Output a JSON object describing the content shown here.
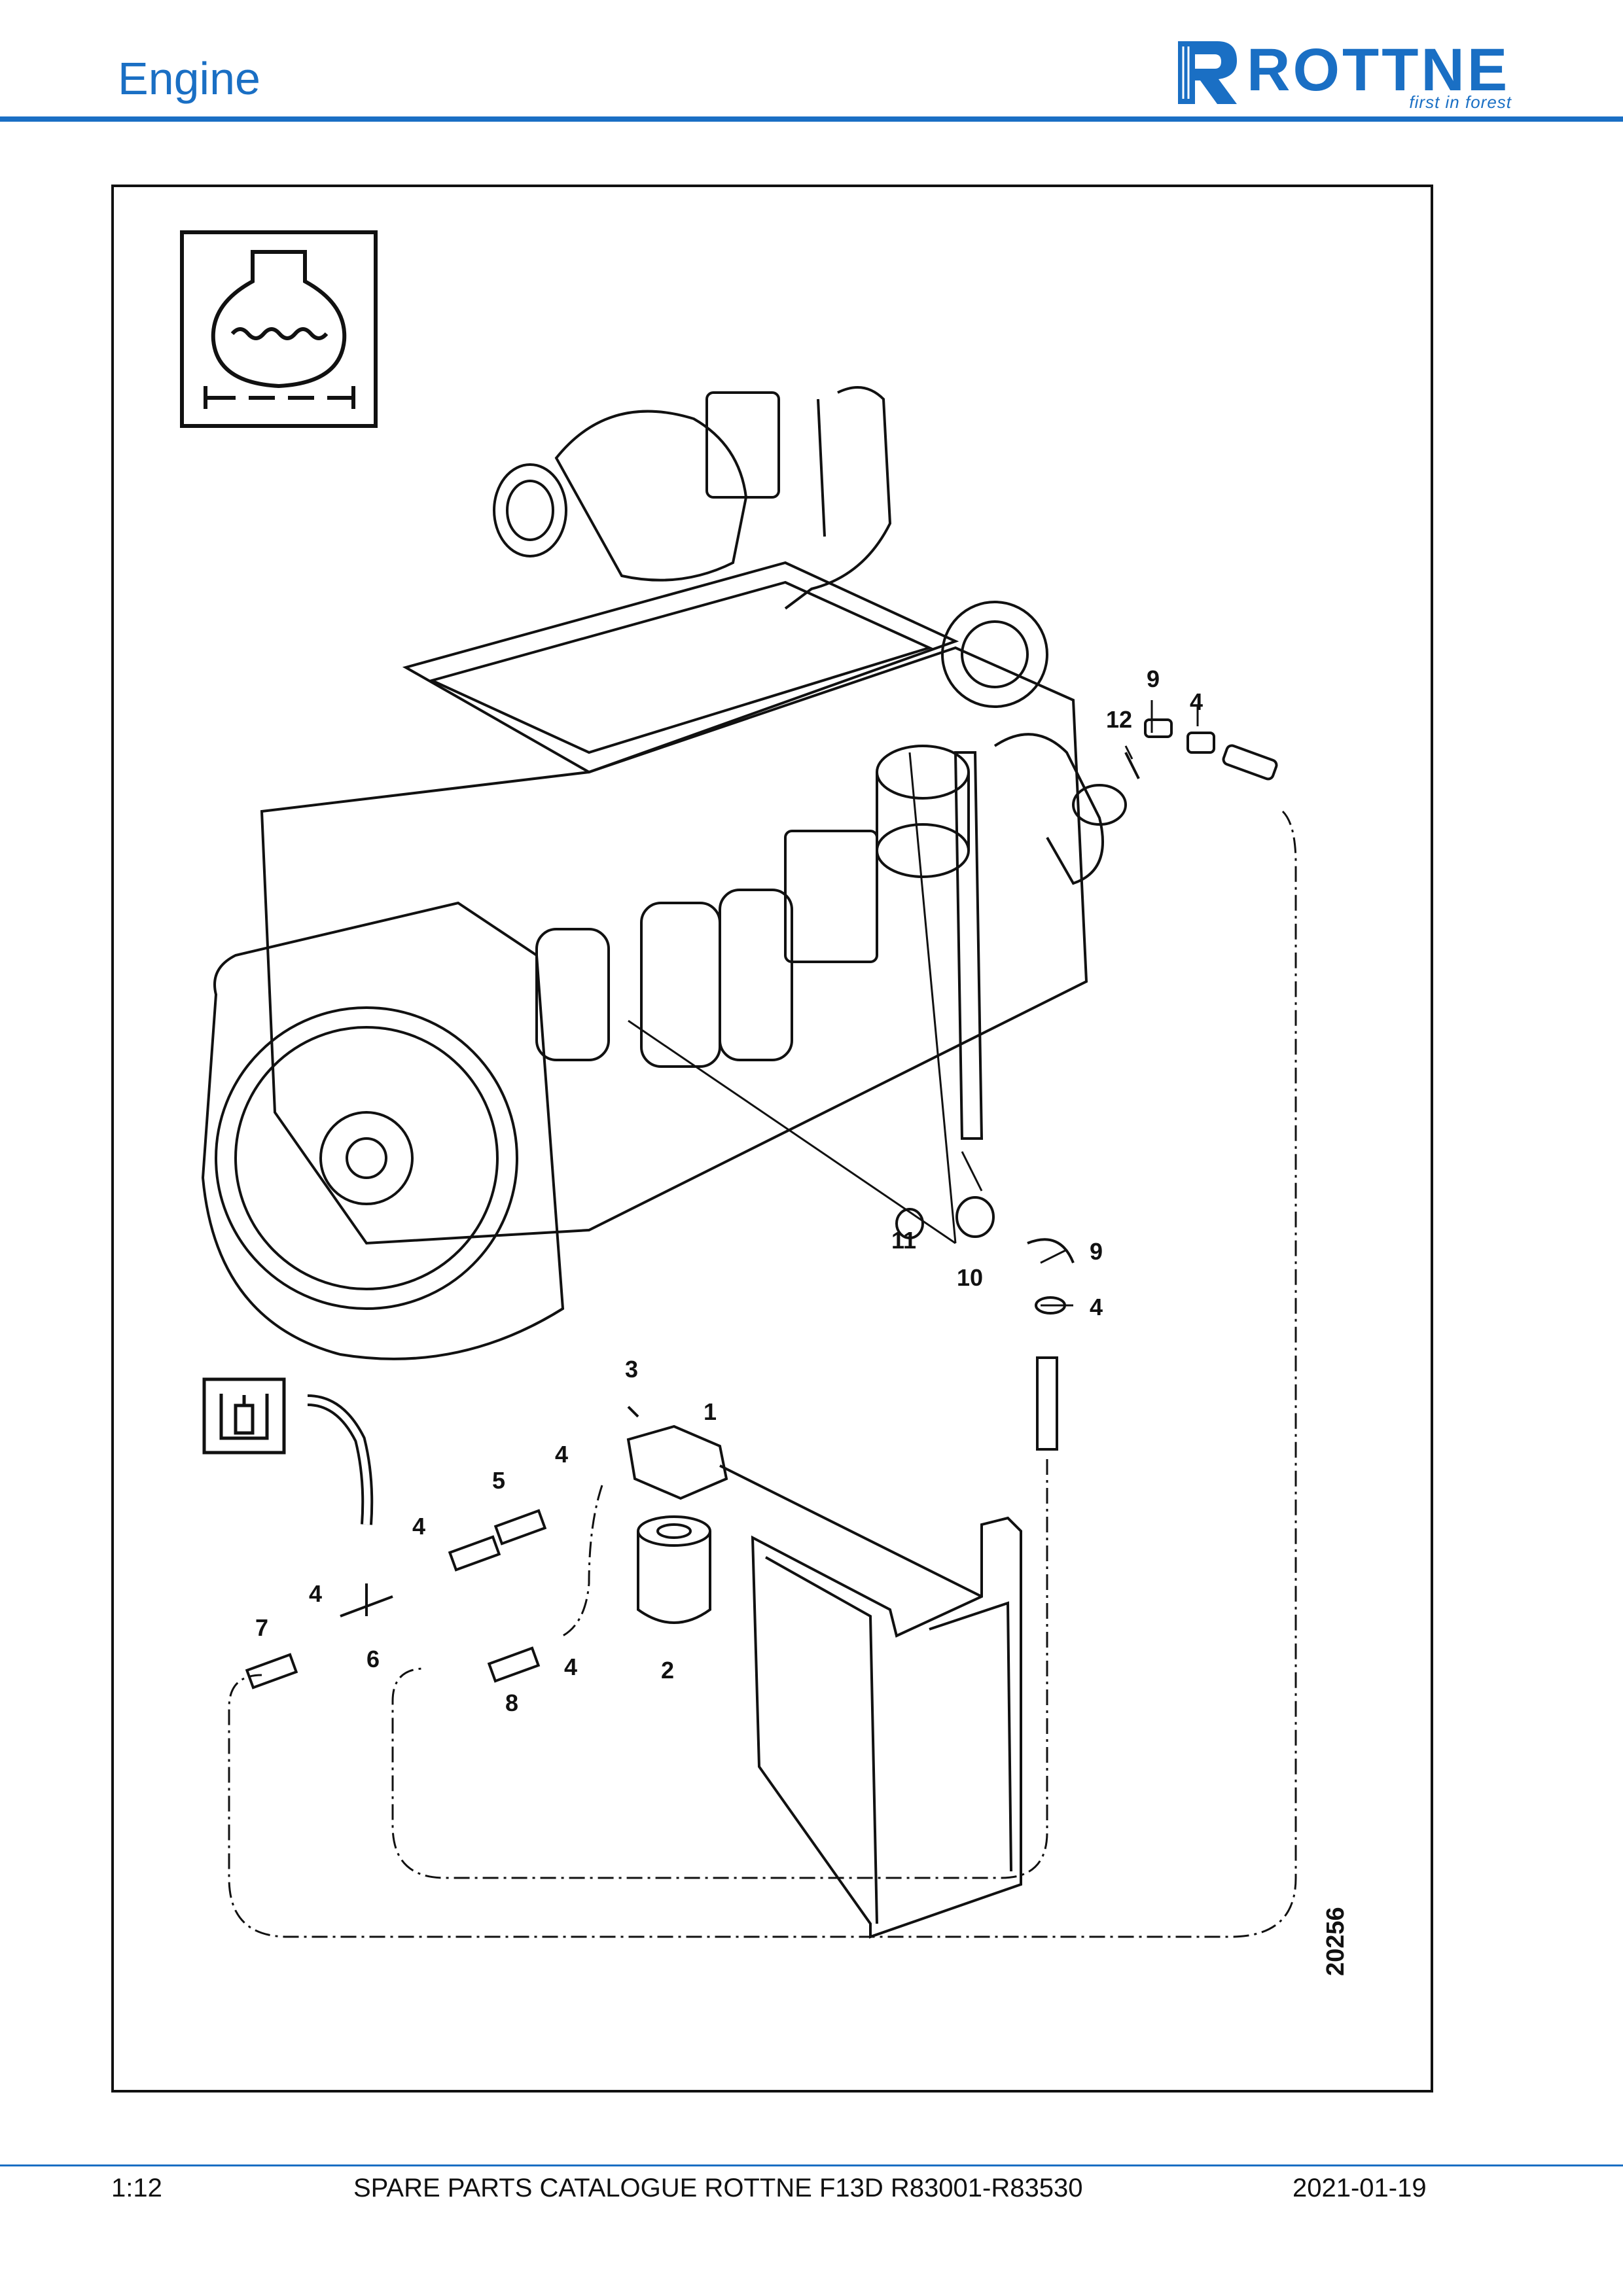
{
  "header": {
    "title": "Engine",
    "logo_word": "ROTTNE",
    "logo_tagline": "first in forest"
  },
  "figure": {
    "figure_number": "20256",
    "icons": [
      "coolant-tank-icon",
      "coolant-level-icon"
    ],
    "callouts": {
      "c1": "1",
      "c2": "2",
      "c3": "3",
      "c4a": "4",
      "c4b": "4",
      "c4c": "4",
      "c4d": "4",
      "c4e": "4",
      "c4f": "4",
      "c5": "5",
      "c6": "6",
      "c7": "7",
      "c8": "8",
      "c9a": "9",
      "c9b": "9",
      "c10": "10",
      "c11": "11",
      "c12": "12"
    }
  },
  "footer": {
    "page": "1:12",
    "catalogue": "SPARE PARTS CATALOGUE ROTTNE F13D R83001-R83530",
    "date": "2021-01-19"
  },
  "colors": {
    "brand_blue": "#1a6fc4",
    "line": "#111111"
  }
}
